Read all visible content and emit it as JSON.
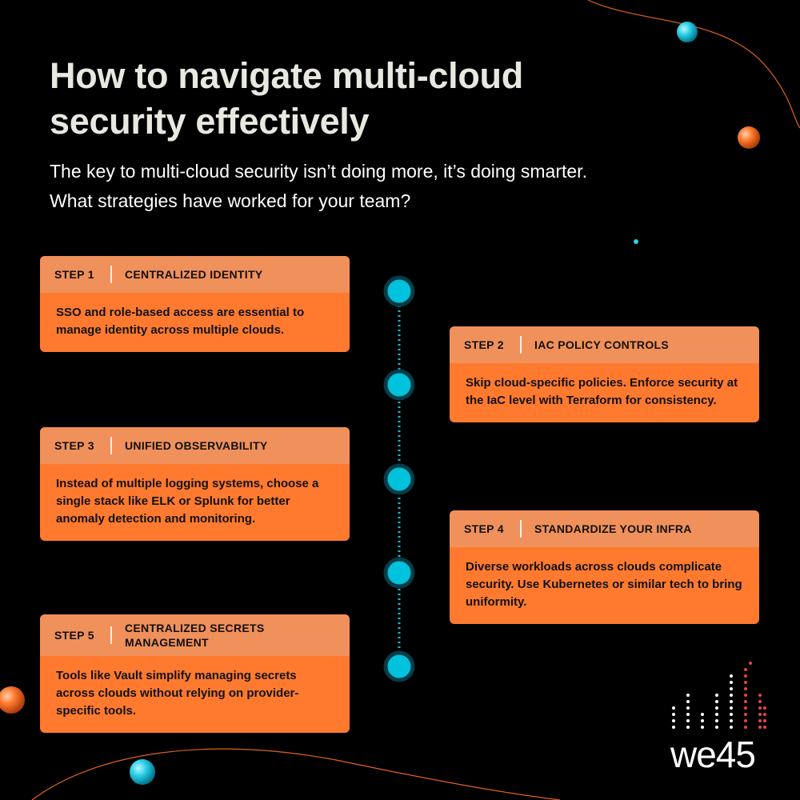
{
  "title": "How to navigate multi-cloud security effectively",
  "subtitle_lines": [
    "The key to multi-cloud security isn’t doing more, it’s doing smarter.",
    "What strategies have worked for your team?"
  ],
  "steps": [
    {
      "label": "STEP 1",
      "title": "CENTRALIZED IDENTITY",
      "body": "SSO and role-based access are essential to manage identity across multiple clouds."
    },
    {
      "label": "STEP 2",
      "title": "IAC POLICY CONTROLS",
      "body": "Skip cloud-specific policies. Enforce security at the IaC level with Terraform for consistency."
    },
    {
      "label": "STEP 3",
      "title": "UNIFIED OBSERVABILITY",
      "body": "Instead of multiple logging systems, choose a single stack like ELK or Splunk for better anomaly detection and monitoring."
    },
    {
      "label": "STEP 4",
      "title": "STANDARDIZE YOUR INFRA",
      "body": "Diverse workloads across clouds complicate security. Use Kubernetes or similar tech to bring uniformity."
    },
    {
      "label": "STEP 5",
      "title": "CENTRALIZED SECRETS MANAGEMENT",
      "body": "Tools like Vault simplify managing secrets across clouds without relying on provider-specific tools."
    }
  ],
  "logo": {
    "text": "we45"
  },
  "colors": {
    "background": "#000000",
    "card_header": "#f0905a",
    "card_body": "#ff7a2e",
    "timeline": "#00c2dd",
    "logo_accent": "#e0473e"
  }
}
